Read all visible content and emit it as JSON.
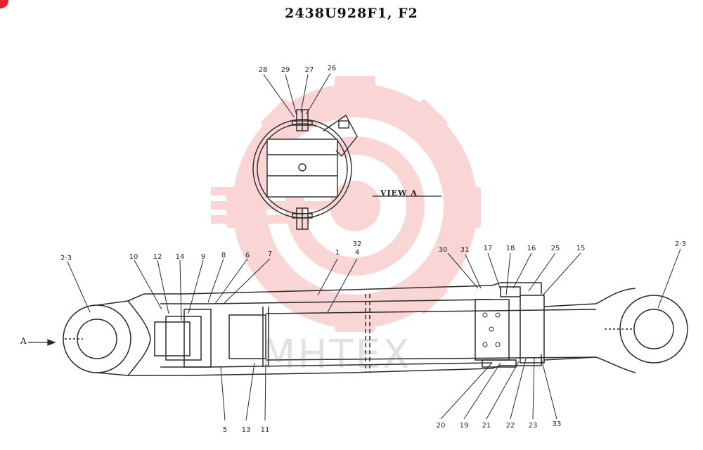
{
  "drawing_title": "2438U928F1, F2",
  "view_label": "VIEW  A",
  "arrow_label": "A",
  "watermark_text": "MHTEX",
  "colors": {
    "line": "#2a2a2a",
    "watermark": "#f3a6a6",
    "badge": "#e4232d"
  },
  "icons": {
    "watermark": "gear-icon"
  },
  "callouts": [
    {
      "label": "28"
    },
    {
      "label": "29"
    },
    {
      "label": "27"
    },
    {
      "label": "26"
    },
    {
      "label": "2·3"
    },
    {
      "label": "10"
    },
    {
      "label": "12"
    },
    {
      "label": "14"
    },
    {
      "label": "9"
    },
    {
      "label": "8"
    },
    {
      "label": "6"
    },
    {
      "label": "7"
    },
    {
      "label": "1"
    },
    {
      "label": "32"
    },
    {
      "label": "4"
    },
    {
      "label": "30"
    },
    {
      "label": "31"
    },
    {
      "label": "17"
    },
    {
      "label": "18"
    },
    {
      "label": "16"
    },
    {
      "label": "25"
    },
    {
      "label": "15"
    },
    {
      "label": "2·3"
    },
    {
      "label": "5"
    },
    {
      "label": "13"
    },
    {
      "label": "11"
    },
    {
      "label": "20"
    },
    {
      "label": "19"
    },
    {
      "label": "21"
    },
    {
      "label": "22"
    },
    {
      "label": "23"
    },
    {
      "label": "33"
    }
  ]
}
